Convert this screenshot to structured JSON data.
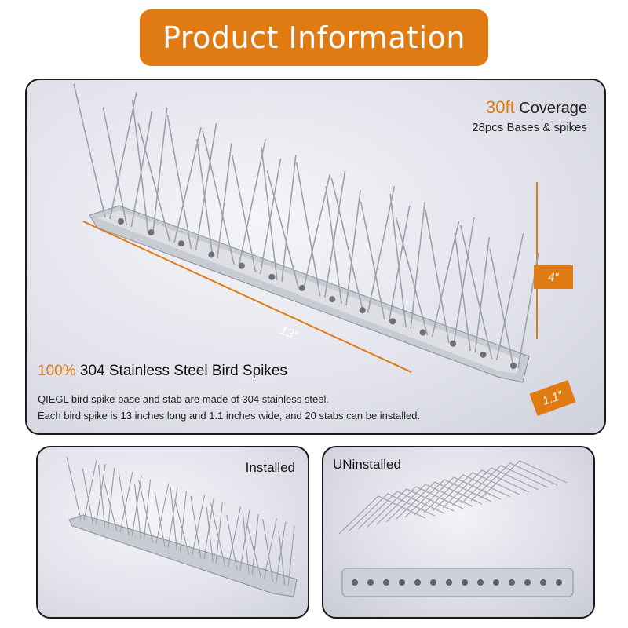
{
  "header": {
    "title": "Product Information"
  },
  "coverage": {
    "amount": "30ft",
    "label": "Coverage",
    "sub": "28pcs Bases & spikes"
  },
  "dimensions": {
    "length": "13″",
    "height": "4″",
    "width": "1.1″"
  },
  "features": {
    "percent": "100%",
    "title": "304 Stainless Steel Bird Spikes",
    "line1": "QIEGL bird spike base and stab are made of 304 stainless steel.",
    "line2": "Each bird spike is 13 inches long and 1.1 inches wide, and 20 stabs can be installed."
  },
  "panels": {
    "installed": "Installed",
    "uninstalled": "UNinstalled"
  },
  "colors": {
    "accent": "#e07a12",
    "border": "#1a1a1a"
  }
}
